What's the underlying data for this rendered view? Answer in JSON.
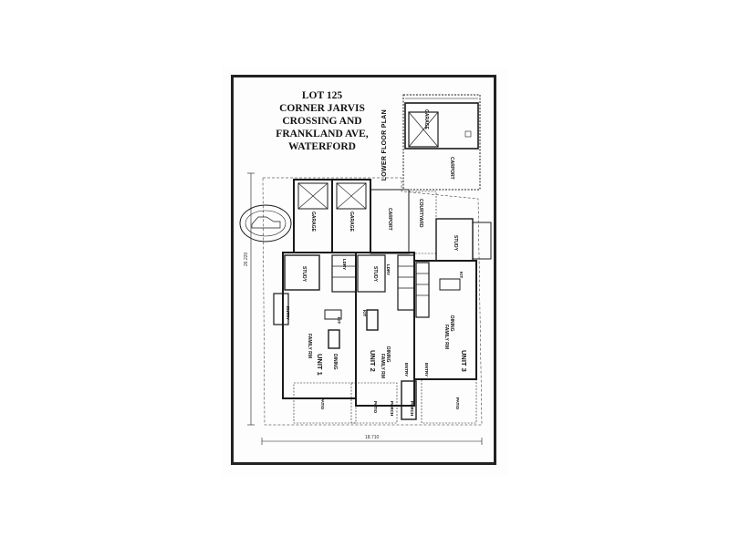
{
  "title_lines": [
    "LOT 125",
    "CORNER JARVIS",
    "CROSSING AND",
    "FRANKLAND AVE,",
    "WATERFORD"
  ],
  "plan_label": "LOWER FLOOR PLAN",
  "units": [
    "UNIT 1",
    "UNIT 2",
    "UNIT 3"
  ],
  "rooms": {
    "garage": "GARAGE",
    "carport": "CARPORT",
    "courtyard": "COURTYARD",
    "study": "STUDY",
    "family_rm": "FAMILY RM",
    "dining": "DINING",
    "kit": "KIT",
    "entry": "ENTRY",
    "patio": "PATIO",
    "porch": "PORCH",
    "ldry": "LDRY"
  },
  "dimensions": {
    "overall_width": "18.710",
    "overall_depth": "26.220"
  },
  "colors": {
    "frame": "#222222",
    "line": "#1a1a1a",
    "grid": "#888888"
  }
}
